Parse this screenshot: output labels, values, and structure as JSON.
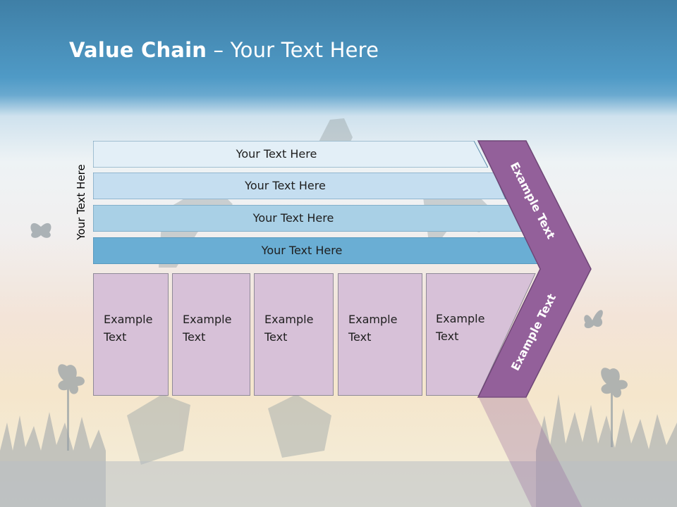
{
  "slide": {
    "title_bold": "Value Chain",
    "title_rest": " – Your Text Here",
    "side_label": "Your Text Here"
  },
  "bars": [
    {
      "label": "Your Text Here",
      "color": "#e3eff7"
    },
    {
      "label": "Your Text Here",
      "color": "#c5def0"
    },
    {
      "label": "Your Text Here",
      "color": "#a9d0e6"
    },
    {
      "label": "Your Text Here",
      "color": "#6aaed4"
    }
  ],
  "boxes": [
    {
      "line1": "Example",
      "line2": "Text"
    },
    {
      "line1": "Example",
      "line2": "Text"
    },
    {
      "line1": "Example",
      "line2": "Text"
    },
    {
      "line1": "Example",
      "line2": "Text"
    },
    {
      "line1": "Example",
      "line2": "Text"
    }
  ],
  "chevron": {
    "upper_label": "Example Text",
    "lower_label": "Example Text",
    "color": "#93609a"
  }
}
